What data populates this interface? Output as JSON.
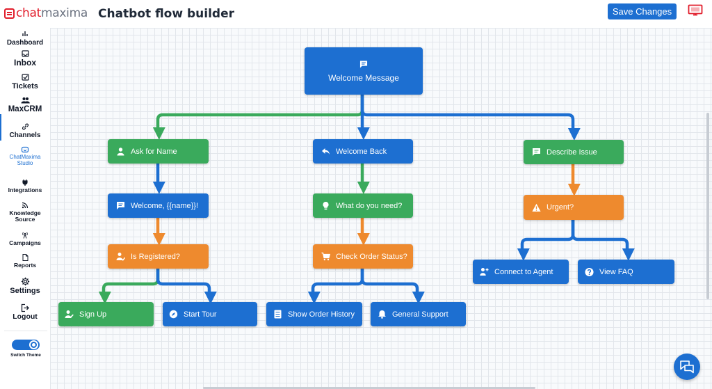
{
  "header": {
    "logo_chat": "chat",
    "logo_maxima": "maxima",
    "title": "Chatbot flow builder",
    "save_label": "Save Changes",
    "monitor_icon": "monitor-icon"
  },
  "sidebar": {
    "items": [
      {
        "label": "Dashboard",
        "icon": "dashboard-icon"
      },
      {
        "label": "Inbox",
        "icon": "inbox-icon"
      },
      {
        "label": "Tickets",
        "icon": "tickets-icon"
      },
      {
        "label": "MaxCRM",
        "icon": "users-icon"
      },
      {
        "label": "Channels",
        "icon": "link-icon"
      },
      {
        "label": "ChatMaxima Studio",
        "icon": "bot-icon"
      },
      {
        "label": "Integrations",
        "icon": "plug-icon"
      },
      {
        "label": "Knowledge Source",
        "icon": "rss-icon"
      },
      {
        "label": "Campaigns",
        "icon": "antenna-icon"
      },
      {
        "label": "Reports",
        "icon": "file-icon"
      },
      {
        "label": "Settings",
        "icon": "gear-icon"
      },
      {
        "label": "Logout",
        "icon": "logout-icon"
      }
    ],
    "active": "ChatMaxima Studio",
    "theme_toggle_label": "Switch Theme",
    "theme_toggle_on": true
  },
  "colors": {
    "primary": "#1d6fd1",
    "green": "#3aaa5c",
    "orange": "#ee8a2e",
    "brand_red": "#e11d2b"
  },
  "flow": {
    "root": {
      "label": "Welcome Message",
      "icon": "message-icon"
    },
    "nodes": {
      "ask_name": {
        "label": "Ask for Name",
        "icon": "user-icon"
      },
      "welcome_name": {
        "label": "Welcome, {{name}}!",
        "icon": "message-icon"
      },
      "is_registered": {
        "label": "Is Registered?",
        "icon": "user-check-icon"
      },
      "sign_up": {
        "label": "Sign Up",
        "icon": "user-edit-icon"
      },
      "start_tour": {
        "label": "Start Tour",
        "icon": "compass-icon"
      },
      "welcome_back": {
        "label": "Welcome Back",
        "icon": "reply-icon"
      },
      "what_need": {
        "label": "What do you need?",
        "icon": "lightbulb-icon"
      },
      "check_order": {
        "label": "Check Order Status?",
        "icon": "cart-icon"
      },
      "order_history": {
        "label": "Show Order History",
        "icon": "list-icon"
      },
      "general_support": {
        "label": "General Support",
        "icon": "bell-icon"
      },
      "describe_issue": {
        "label": "Describe Issue",
        "icon": "message-icon"
      },
      "urgent": {
        "label": "Urgent?",
        "icon": "warning-icon"
      },
      "connect_agent": {
        "label": "Connect to Agent",
        "icon": "agent-icon"
      },
      "view_faq": {
        "label": "View FAQ",
        "icon": "question-icon"
      }
    }
  },
  "chat_widget": {
    "icon": "chat-bubbles-icon"
  }
}
